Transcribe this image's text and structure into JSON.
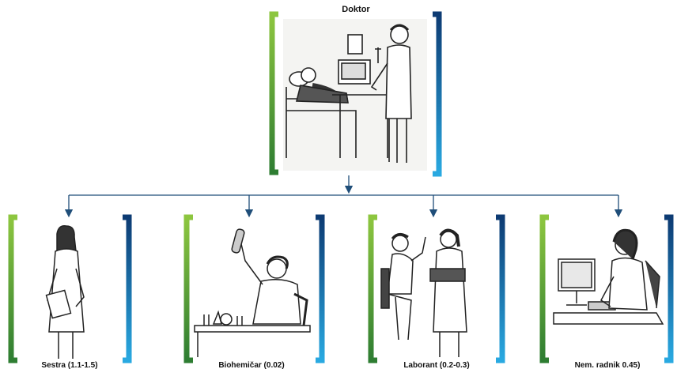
{
  "root": {
    "label": "Doktor"
  },
  "children": [
    {
      "label": "Sestra (1.1-1.5)"
    },
    {
      "label": "Biohemičar (0.02)"
    },
    {
      "label": "Laborant (0.2-0.3)"
    },
    {
      "label": "Nem. radnik 0.45)"
    }
  ],
  "colors": {
    "bracket_left_top": "#8dc63f",
    "bracket_left_bottom": "#2e7d32",
    "bracket_right_top": "#0d3b73",
    "bracket_right_bottom": "#29a9e1",
    "connector": "#1f4e79"
  }
}
